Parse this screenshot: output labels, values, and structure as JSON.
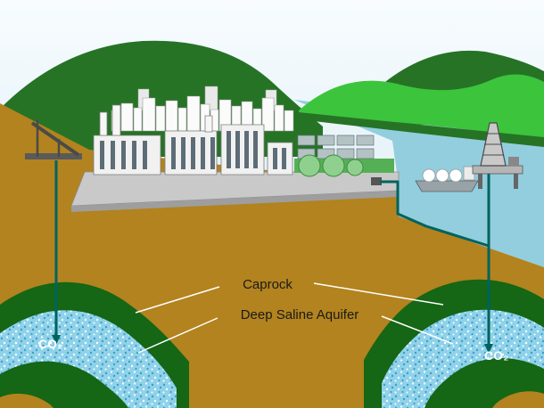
{
  "labels": {
    "caprock": "Caprock",
    "deep_saline_aquifer": "Deep Saline Aquifer",
    "co2_left": "CO₂",
    "co2_right": "CO₂"
  },
  "colors": {
    "sky_top": "#f8fcfe",
    "sky_bottom": "#cde6f2",
    "sea": "#93cede",
    "land_brown": "#b2831e",
    "hill_dark_green": "#267326",
    "hill_bright_green": "#3cc43c",
    "caprock_green": "#156615",
    "aquifer_blue": "#8fd2ea",
    "aquifer_dot_dark": "#3e9dc6",
    "aquifer_dot_light": "#ffffff",
    "well_pipe_teal": "#00635f",
    "platform_gray": "#c9c9c9",
    "label_text": "#1a1a1a",
    "pointer_line": "#ffffff",
    "co2_text": "#ffffff"
  }
}
